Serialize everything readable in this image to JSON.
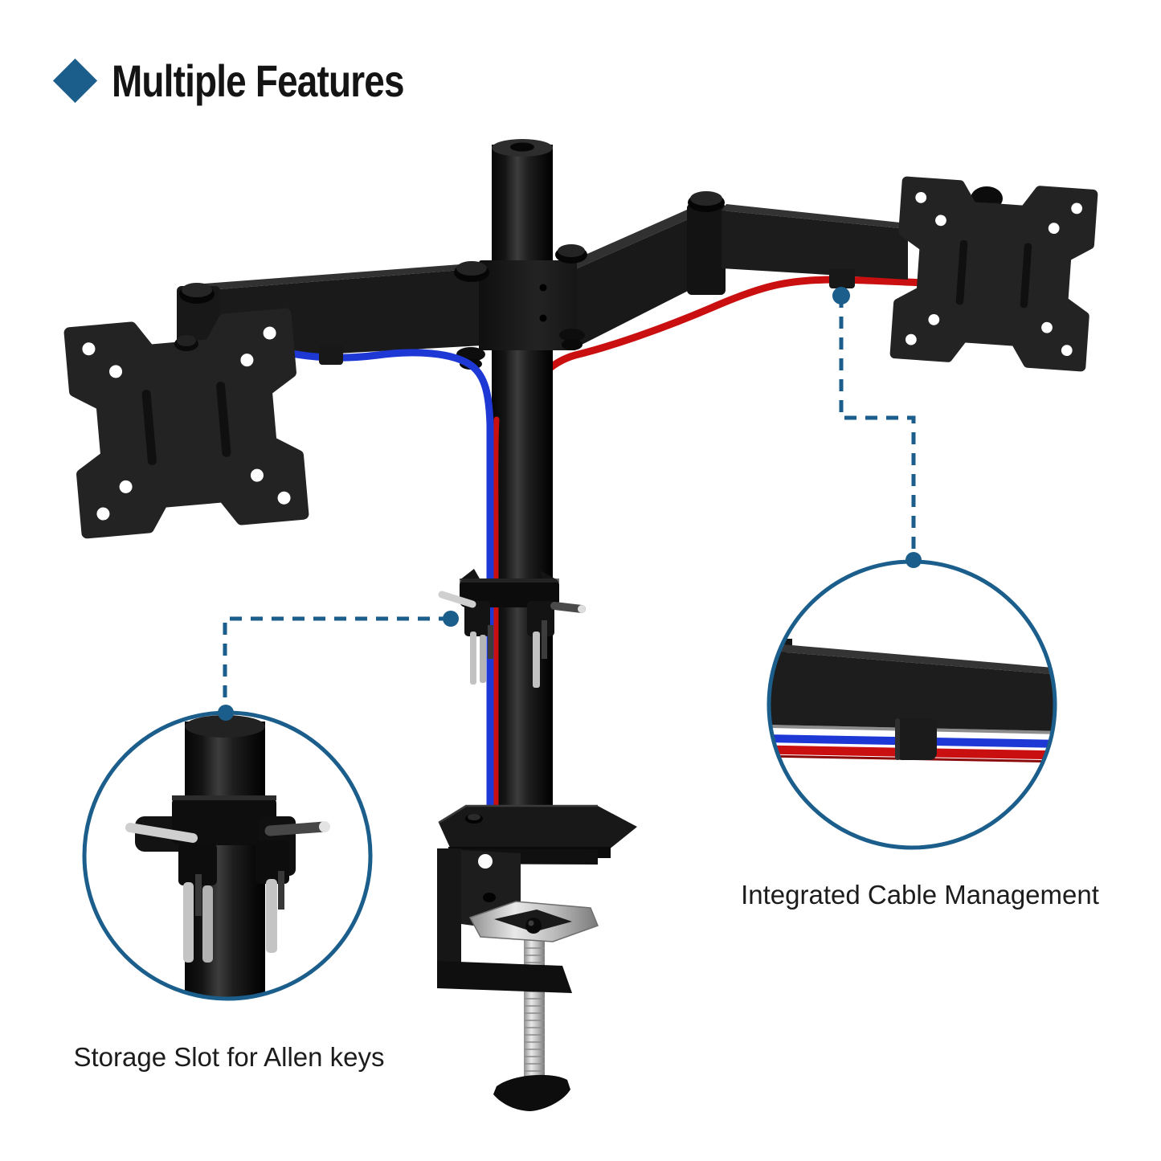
{
  "header": {
    "icon": "diamond-icon",
    "title": "Multiple Features"
  },
  "callouts": [
    {
      "id": "allen-key-storage",
      "label": "Storage Slot for Allen keys"
    },
    {
      "id": "cable-management",
      "label": "Integrated Cable Management"
    }
  ],
  "colors": {
    "accent": "#1B5E8C",
    "cable_blue": "#1E38D6",
    "cable_red": "#C90F0F",
    "text": "#141414",
    "background": "#FFFFFF"
  }
}
